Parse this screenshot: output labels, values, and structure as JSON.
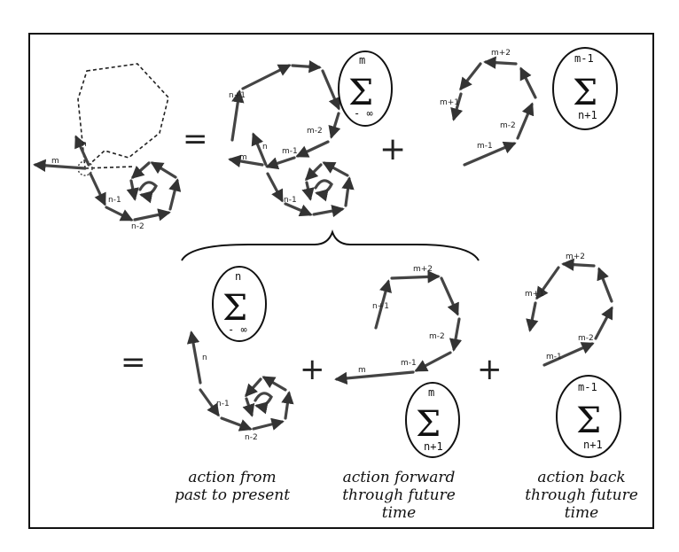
{
  "equals_sign": "=",
  "plus_sign": "+",
  "minus_sign": "−",
  "sum_symbol": "Σ",
  "labels": {
    "m": "m",
    "n": "n",
    "n_plus_1": "n+1",
    "n_minus_1": "n-1",
    "n_minus_2": "n-2",
    "m_minus_1": "m-1",
    "m_minus_2": "m-2",
    "m_plus_1": "m+1",
    "m_plus_2": "m+2"
  },
  "sums": {
    "top_a": {
      "upper": "m",
      "lower": "- ∞"
    },
    "top_b": {
      "upper": "m-1",
      "lower": "n+1"
    },
    "bottom_a": {
      "upper": "n",
      "lower": "- ∞"
    },
    "bottom_b": {
      "upper": "m",
      "lower": "n+1"
    },
    "bottom_c": {
      "upper": "m-1",
      "lower": "n+1"
    }
  },
  "captions": {
    "past": [
      "action from",
      "past to present"
    ],
    "forward": [
      "action forward",
      "through future",
      "time"
    ],
    "back": [
      "action back",
      "through future",
      "time"
    ]
  }
}
